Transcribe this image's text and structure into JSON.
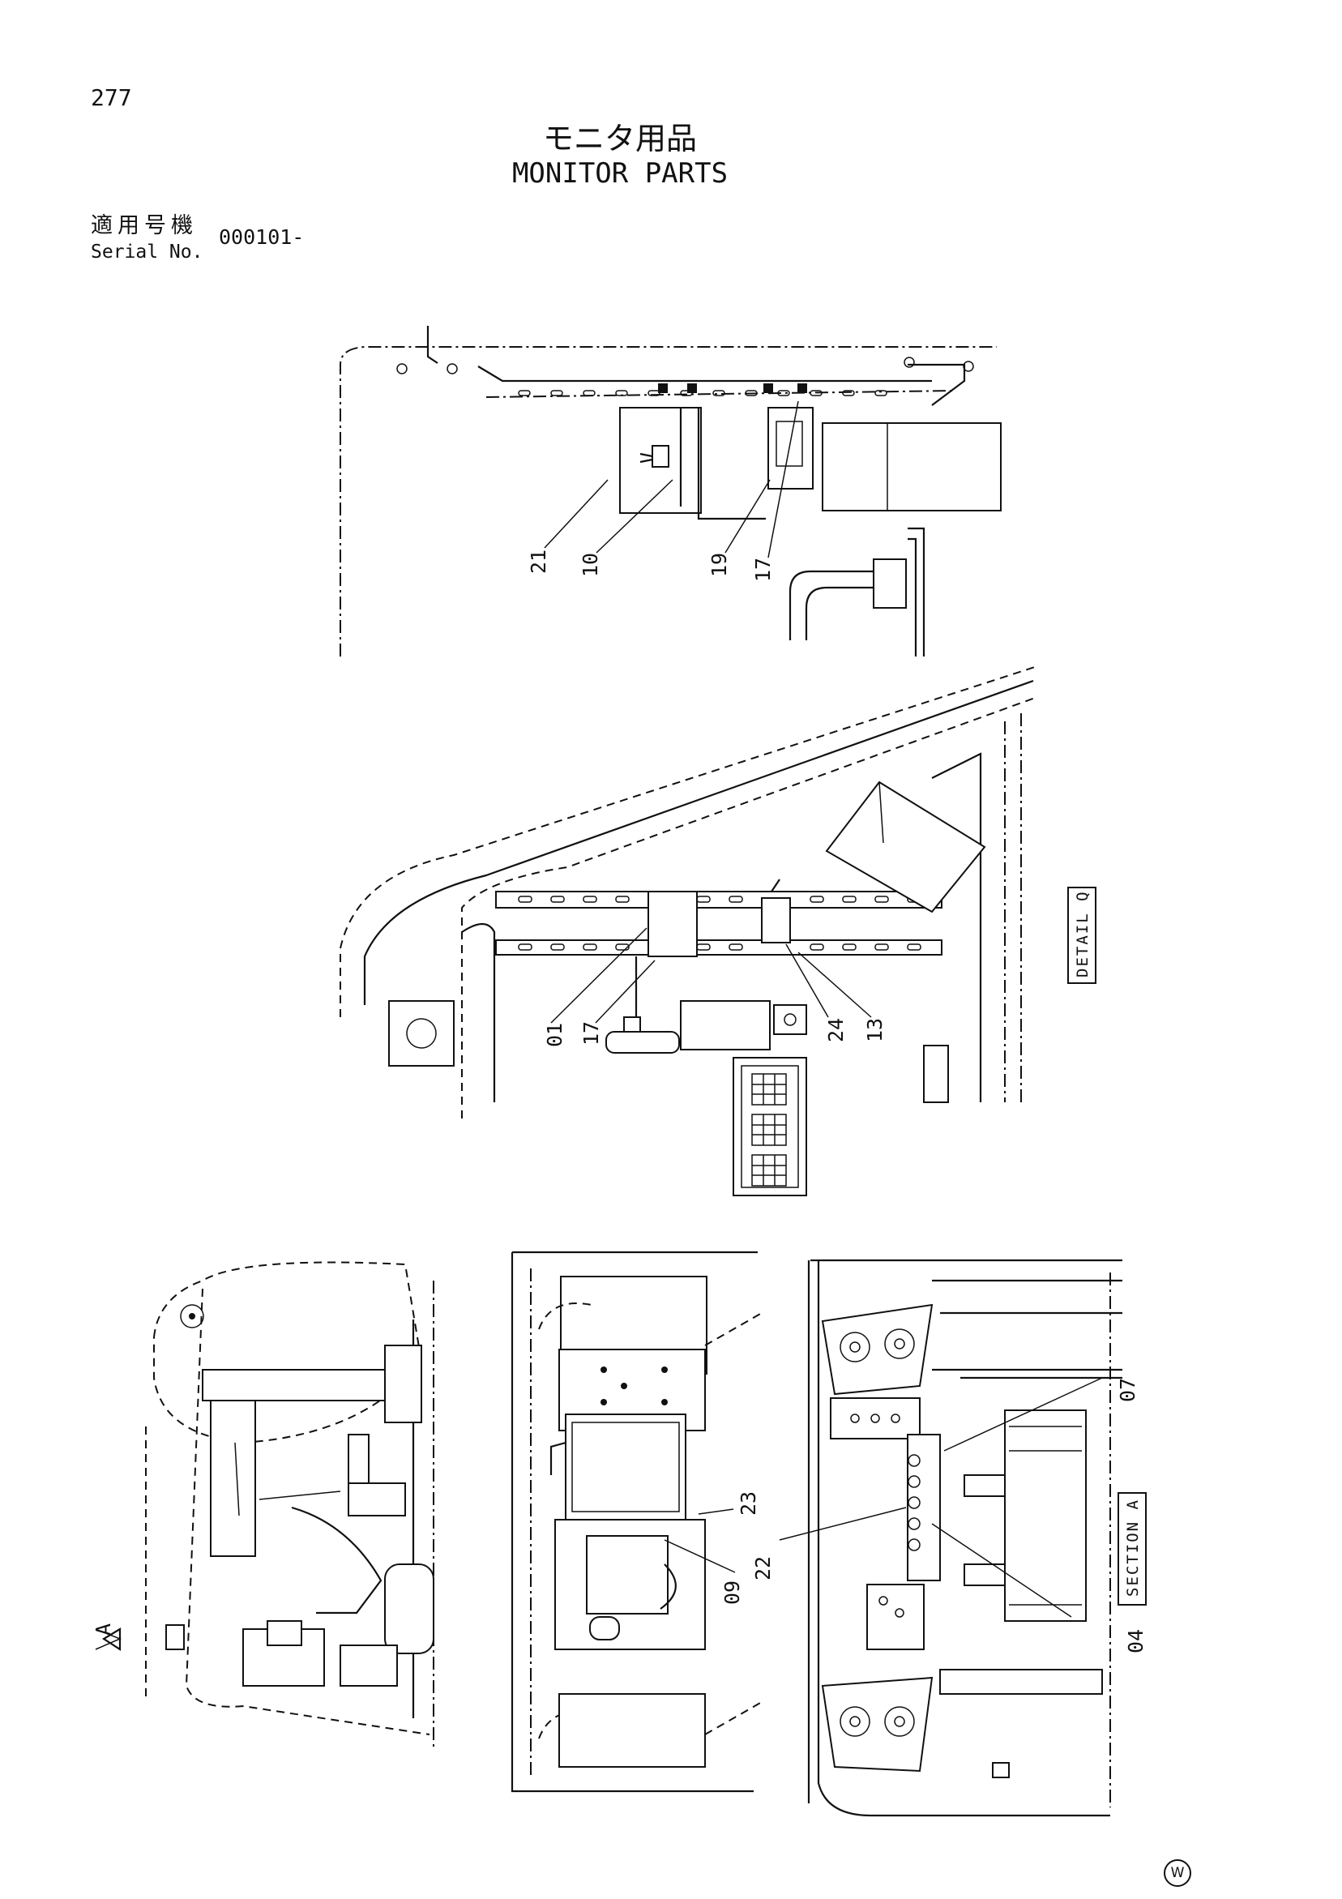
{
  "page": {
    "number": "277",
    "title_ja": "モニタ用品",
    "title_en": "MONITOR PARTS",
    "serial_label_ja": "適用号機",
    "serial_label_en": "Serial No.",
    "serial_value": "000101-",
    "watermark": "W"
  },
  "views": {
    "top": {
      "callouts": [
        "21",
        "10",
        "19",
        "17"
      ]
    },
    "detail": {
      "label": "DETAIL Q",
      "callouts": [
        "01",
        "17",
        "24",
        "13"
      ]
    },
    "cab": {
      "marker": "A"
    },
    "panel": {
      "callouts": [
        "23",
        "09"
      ]
    },
    "section": {
      "label": "SECTION A",
      "callouts": [
        "07",
        "22",
        "04"
      ]
    }
  }
}
